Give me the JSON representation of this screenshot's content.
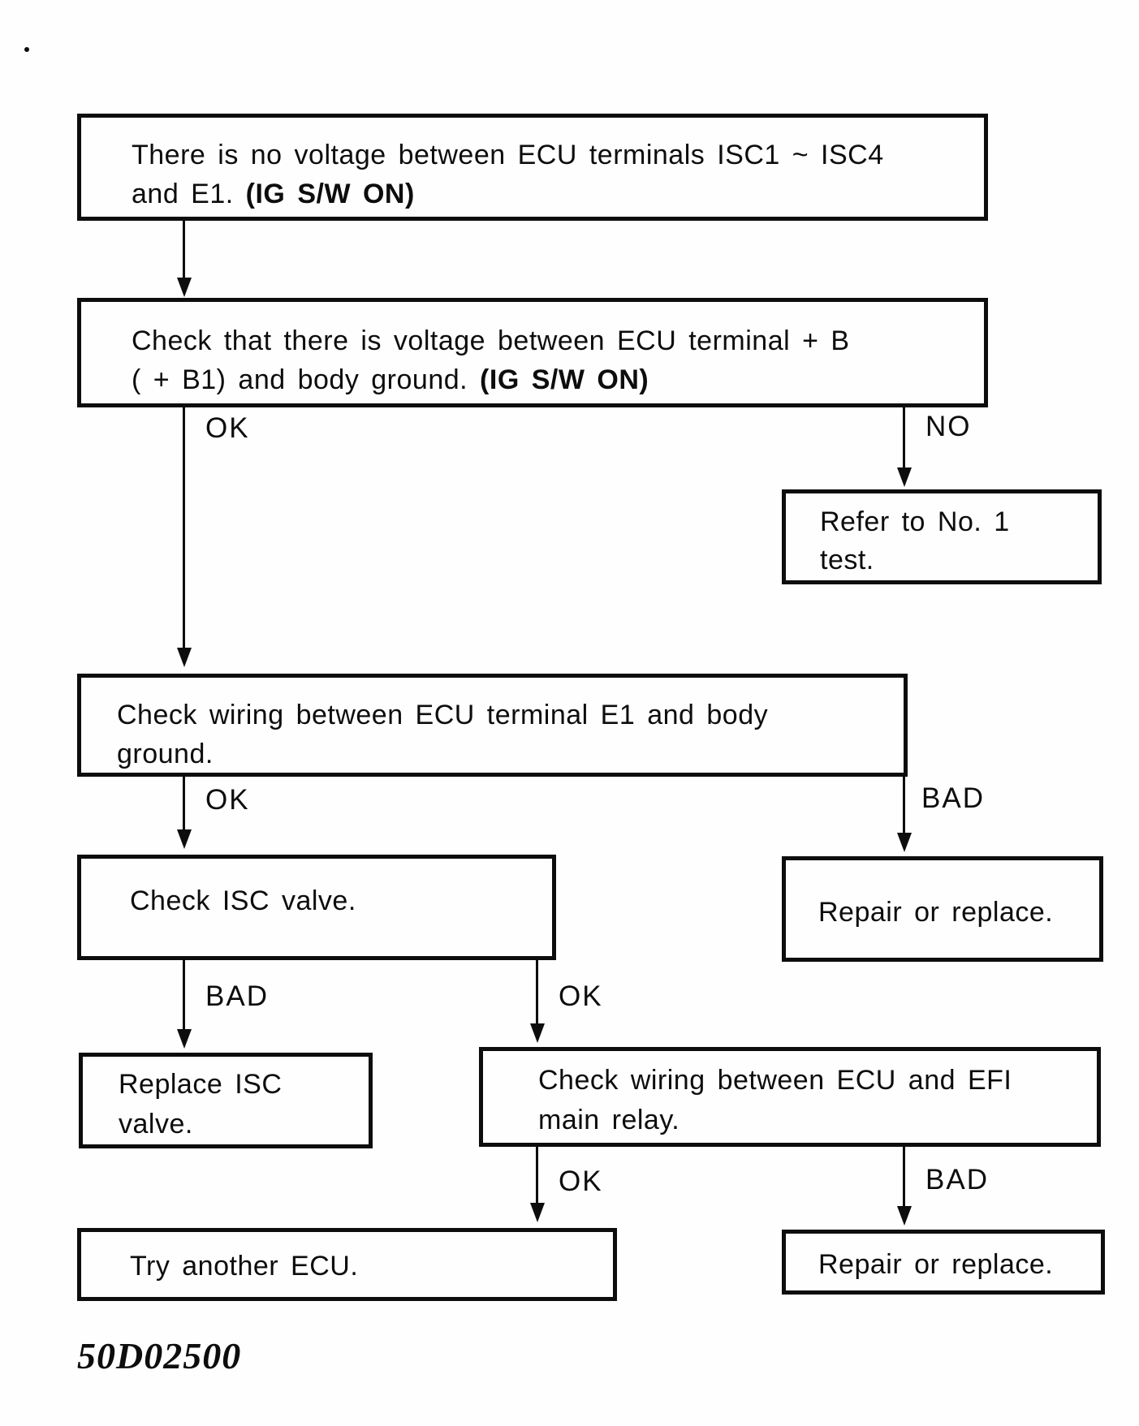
{
  "flowchart": {
    "nodes": {
      "n1": {
        "text": "There is no voltage between ECU terminals ISC1 ~ ISC4 and E1. (IG S/W ON)",
        "line1": "There is no voltage between ECU terminals ISC1 ~ ISC4",
        "line2_normal": "and E1. ",
        "line2_bold": "(IG S/W ON)"
      },
      "n2": {
        "text": "Check that there is voltage between ECU terminal + B ( + B1) and body ground. (IG S/W ON)",
        "line1": "Check that there is voltage between ECU terminal + B",
        "line2_normal": "( + B1) and body ground. ",
        "line2_bold": "(IG S/W ON)"
      },
      "n3": {
        "text": "Refer to No. 1 test.",
        "line1": "Refer to No. 1",
        "line2": "test."
      },
      "n4": {
        "text": "Check wiring between ECU terminal E1 and body ground.",
        "line1": "Check wiring between ECU terminal E1 and body",
        "line2": "ground."
      },
      "n5": {
        "text": "Check ISC valve.",
        "line1": "Check ISC valve."
      },
      "n6": {
        "text": "Repair or replace.",
        "line1": "Repair or replace."
      },
      "n7": {
        "text": "Replace ISC valve.",
        "line1": "Replace ISC",
        "line2": "valve."
      },
      "n8": {
        "text": "Check wiring between ECU and EFI main relay.",
        "line1": "Check wiring between ECU and EFI",
        "line2": "main relay."
      },
      "n9": {
        "text": "Try another ECU.",
        "line1": "Try another ECU."
      },
      "n10": {
        "text": "Repair or replace.",
        "line1": "Repair or replace."
      }
    },
    "edge_labels": {
      "n2_ok": "OK",
      "n2_no": "NO",
      "n4_ok": "OK",
      "n4_bad": "BAD",
      "n5_bad": "BAD",
      "n5_ok": "OK",
      "n8_ok": "OK",
      "n8_bad": "BAD"
    },
    "connections": [
      {
        "from": "n1",
        "to": "n2",
        "label": ""
      },
      {
        "from": "n2",
        "to": "n4",
        "label": "OK"
      },
      {
        "from": "n2",
        "to": "n3",
        "label": "NO"
      },
      {
        "from": "n4",
        "to": "n5",
        "label": "OK"
      },
      {
        "from": "n4",
        "to": "n6",
        "label": "BAD"
      },
      {
        "from": "n5",
        "to": "n7",
        "label": "BAD"
      },
      {
        "from": "n5",
        "to": "n8",
        "label": "OK"
      },
      {
        "from": "n8",
        "to": "n9",
        "label": "OK"
      },
      {
        "from": "n8",
        "to": "n10",
        "label": "BAD"
      }
    ]
  },
  "footer": {
    "code": "50D02500"
  }
}
